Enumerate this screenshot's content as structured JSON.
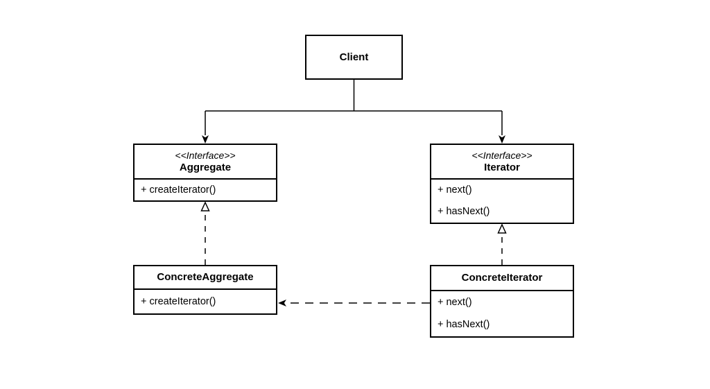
{
  "diagram_type": "uml-class-diagram",
  "colors": {
    "stroke": "#000000",
    "fill": "#ffffff",
    "background": "#ffffff",
    "text": "#000000"
  },
  "classes": {
    "client": {
      "name": "Client"
    },
    "aggregate": {
      "stereotype": "<<Interface>>",
      "name": "Aggregate",
      "methods": [
        "+ createIterator()"
      ]
    },
    "iterator": {
      "stereotype": "<<Interface>>",
      "name": "Iterator",
      "methods": [
        "+ next()",
        "+ hasNext()"
      ]
    },
    "concrete_aggregate": {
      "name": "ConcreteAggregate",
      "methods": [
        "+ createIterator()"
      ]
    },
    "concrete_iterator": {
      "name": "ConcreteIterator",
      "methods": [
        "+ next()",
        "+ hasNext()"
      ]
    }
  }
}
